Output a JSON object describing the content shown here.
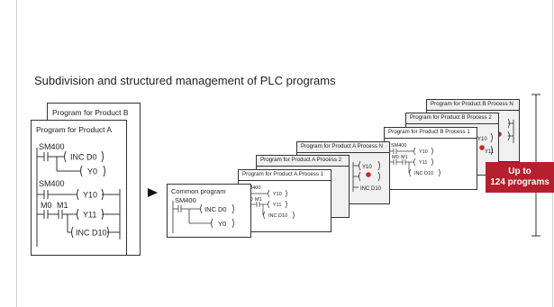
{
  "heading": "Subdivision and structured management of PLC programs",
  "product_b": {
    "title": "Program for Product B"
  },
  "product_a": {
    "title": "Program for Product A",
    "rung1_contact": "SM400",
    "rung1_instr": "INC D0",
    "rung1_coil": "Y0",
    "rung2_contact": "SM400",
    "rung2_coil": "Y10",
    "rung3_contact1": "M0",
    "rung3_contact2": "M1",
    "rung3_coil": "Y11",
    "rung3_instr": "INC D10"
  },
  "common": {
    "title": "Common program",
    "contact": "SM400",
    "instr": "INC D0",
    "coil": "Y0"
  },
  "stack": [
    {
      "title": "Program for Product B Process N"
    },
    {
      "title": "Program for Product B Process 2"
    },
    {
      "title": "Program for Product B Process 1",
      "contact": "SM400",
      "coil1": "Y10",
      "c1": "M0",
      "c2": "M1",
      "coil2": "Y11",
      "instr": "INC D10"
    },
    {
      "title": "Program for Product A Process N"
    },
    {
      "title": "Program for Product A Process 2"
    },
    {
      "title": "Program for Product A Process 1",
      "contact": "SM400",
      "coil1": "Y10",
      "c1": "M0",
      "c2": "M1",
      "coil2": "Y11",
      "instr": "INC D10"
    }
  ],
  "peek": {
    "y10": "Y10",
    "y11": "Y11",
    "instr": "INC D10"
  },
  "badge": {
    "line1": "Up to",
    "line2": "124 programs"
  },
  "colors": {
    "badge": "#b5202e",
    "marker": "#c62828"
  }
}
